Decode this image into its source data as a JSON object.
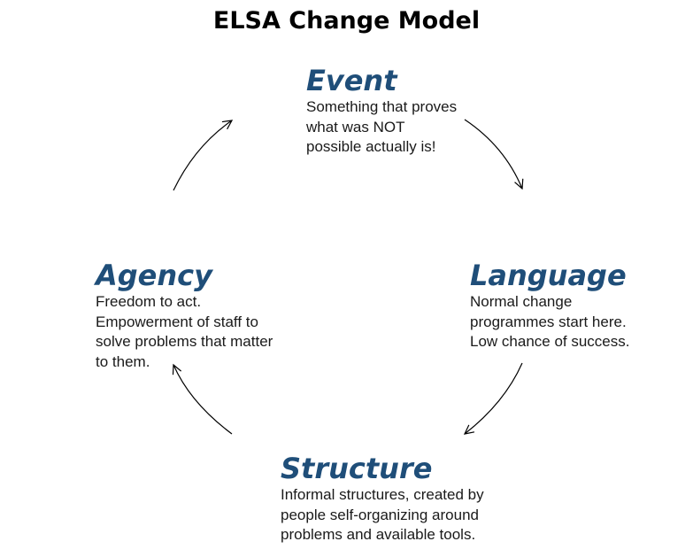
{
  "title": "ELSA Change Model",
  "nodes": {
    "event": {
      "heading": "Event",
      "lines": [
        "Something that proves",
        "what was NOT",
        "possible actually is!"
      ]
    },
    "language": {
      "heading": "Language",
      "lines": [
        "Normal change",
        "programmes start here.",
        "Low chance of success."
      ]
    },
    "structure": {
      "heading": "Structure",
      "lines": [
        "Informal structures, created by",
        "people self-organizing around",
        "problems and available tools."
      ]
    },
    "agency": {
      "heading": "Agency",
      "lines": [
        "Freedom to act.",
        "Empowerment of staff to",
        "solve problems that matter",
        "to them."
      ]
    }
  },
  "colors": {
    "heading": "#1f4e79",
    "text": "#1a1a1a",
    "arrow": "#000000"
  }
}
